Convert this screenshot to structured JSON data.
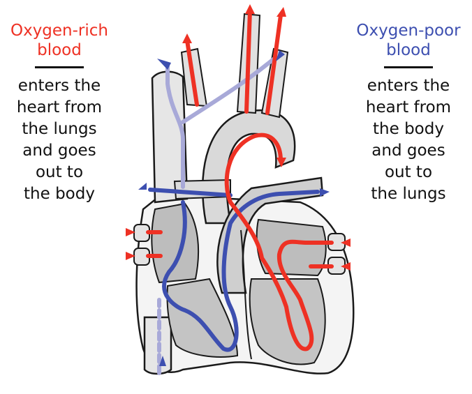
{
  "left_caption": {
    "title": [
      "Oxygen-rich",
      "blood"
    ],
    "body": [
      "enters the",
      "heart from",
      "the lungs",
      "and goes",
      "out to",
      "the body"
    ]
  },
  "right_caption": {
    "title": [
      "Oxygen-poor",
      "blood"
    ],
    "body": [
      "enters the",
      "heart from",
      "the body",
      "and goes",
      "out to",
      "the lungs"
    ]
  },
  "colors": {
    "oxygen_rich": "#ee3124",
    "oxygen_poor": "#3d4fb0",
    "oxygen_poor_light": "#a8a9d8",
    "outline": "#1a1a1a",
    "chamber_shade": "#bdbdbd"
  }
}
